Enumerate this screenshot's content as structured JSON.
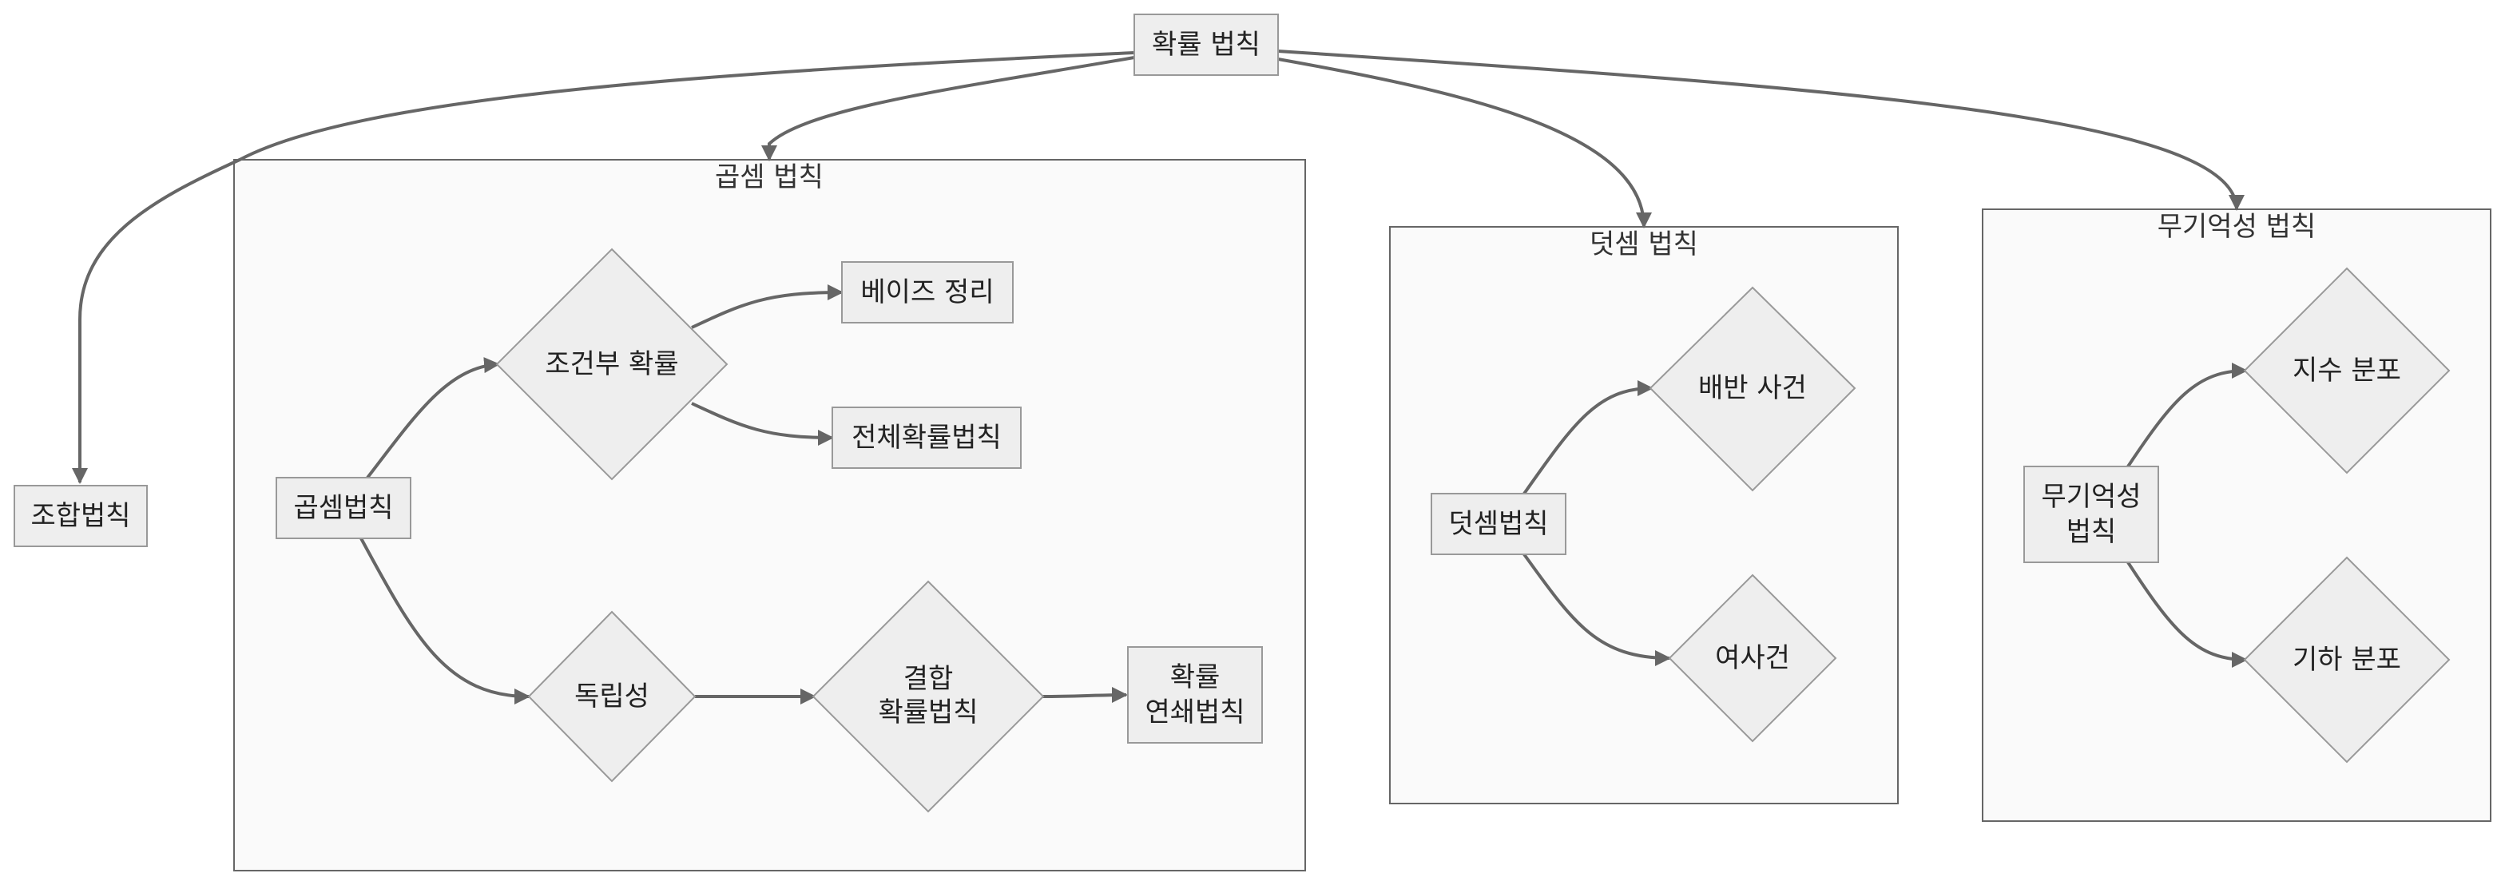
{
  "diagram": {
    "root": {
      "label": "확률 법칙"
    },
    "combination": {
      "label": "조합법칙"
    },
    "multiplication_group": {
      "title": "곱셈 법칙",
      "multiplication_rule": "곱셈법칙",
      "conditional_probability": "조건부 확률",
      "bayes_theorem": "베이즈 정리",
      "total_probability": "전체확률법칙",
      "independence": "독립성",
      "joint_probability": [
        "결합",
        "확률법칙"
      ],
      "chain_rule": [
        "확률",
        "연쇄법칙"
      ]
    },
    "addition_group": {
      "title": "덧셈 법칙",
      "addition_rule": "덧셈법칙",
      "mutually_exclusive": "배반 사건",
      "complement": "여사건"
    },
    "memoryless_group": {
      "title": "무기억성 법칙",
      "memoryless_rule": [
        "무기억성",
        "법칙"
      ],
      "exponential": "지수 분포",
      "geometric": "기하 분포"
    }
  }
}
